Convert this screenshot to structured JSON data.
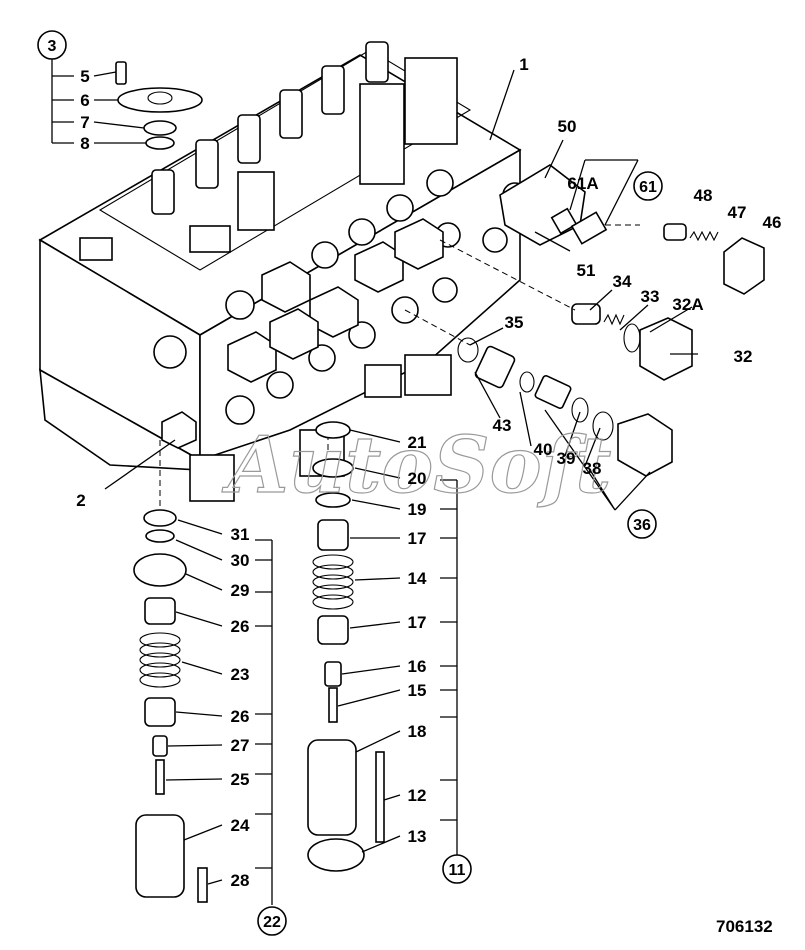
{
  "drawing": {
    "reference_number": "706132",
    "watermark": "AutoSoft"
  },
  "callouts": [
    {
      "id": "c3",
      "text": "3",
      "circled": true
    },
    {
      "id": "c5",
      "text": "5"
    },
    {
      "id": "c6",
      "text": "6"
    },
    {
      "id": "c7",
      "text": "7"
    },
    {
      "id": "c8",
      "text": "8"
    },
    {
      "id": "c1",
      "text": "1"
    },
    {
      "id": "c50",
      "text": "50"
    },
    {
      "id": "c61A",
      "text": "61A"
    },
    {
      "id": "c61",
      "text": "61",
      "circled": true
    },
    {
      "id": "c48",
      "text": "48"
    },
    {
      "id": "c47",
      "text": "47"
    },
    {
      "id": "c46",
      "text": "46"
    },
    {
      "id": "c51",
      "text": "51"
    },
    {
      "id": "c34",
      "text": "34"
    },
    {
      "id": "c33",
      "text": "33"
    },
    {
      "id": "c32A",
      "text": "32A"
    },
    {
      "id": "c32",
      "text": "32"
    },
    {
      "id": "c35",
      "text": "35"
    },
    {
      "id": "c43",
      "text": "43"
    },
    {
      "id": "c40",
      "text": "40"
    },
    {
      "id": "c39",
      "text": "39"
    },
    {
      "id": "c38",
      "text": "38"
    },
    {
      "id": "c36",
      "text": "36",
      "circled": true
    },
    {
      "id": "c2",
      "text": "2"
    },
    {
      "id": "c21",
      "text": "21"
    },
    {
      "id": "c20",
      "text": "20"
    },
    {
      "id": "c19",
      "text": "19"
    },
    {
      "id": "c17a",
      "text": "17"
    },
    {
      "id": "c14",
      "text": "14"
    },
    {
      "id": "c17b",
      "text": "17"
    },
    {
      "id": "c16",
      "text": "16"
    },
    {
      "id": "c15",
      "text": "15"
    },
    {
      "id": "c18",
      "text": "18"
    },
    {
      "id": "c12",
      "text": "12"
    },
    {
      "id": "c13",
      "text": "13"
    },
    {
      "id": "c11",
      "text": "11",
      "circled": true
    },
    {
      "id": "c31",
      "text": "31"
    },
    {
      "id": "c30",
      "text": "30"
    },
    {
      "id": "c29",
      "text": "29"
    },
    {
      "id": "c26a",
      "text": "26"
    },
    {
      "id": "c23",
      "text": "23"
    },
    {
      "id": "c26b",
      "text": "26"
    },
    {
      "id": "c27",
      "text": "27"
    },
    {
      "id": "c25",
      "text": "25"
    },
    {
      "id": "c24",
      "text": "24"
    },
    {
      "id": "c28",
      "text": "28"
    },
    {
      "id": "c22",
      "text": "22",
      "circled": true
    }
  ]
}
